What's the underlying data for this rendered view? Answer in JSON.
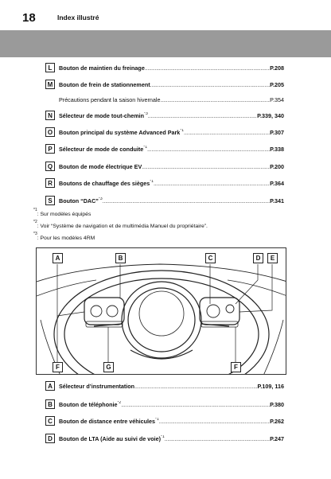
{
  "header": {
    "page_number": "18",
    "section_title": "Index illustré"
  },
  "list_top": [
    {
      "key": "L",
      "label": "Bouton de maintien du freinage",
      "sup": "",
      "ref": "P.208",
      "plain": false
    },
    {
      "key": "M",
      "label": "Bouton de frein de stationnement",
      "sup": "",
      "ref": "P.205",
      "plain": false
    },
    {
      "key": "",
      "label": "Précautions pendant la saison hivernale",
      "sup": "",
      "ref": "P.354",
      "plain": true
    },
    {
      "key": "N",
      "label": "Sélecteur de mode tout-chemin",
      "sup": "*3",
      "ref": "P.339, 340",
      "plain": false
    },
    {
      "key": "O",
      "label": "Bouton principal du système Advanced Park",
      "sup": "*1",
      "ref": "P.307",
      "plain": false
    },
    {
      "key": "P",
      "label": "Sélecteur de mode de conduite",
      "sup": "*1",
      "ref": "P.338",
      "plain": false
    },
    {
      "key": "Q",
      "label": "Bouton de mode électrique EV",
      "sup": "",
      "ref": "P.200",
      "plain": false
    },
    {
      "key": "R",
      "label": "Boutons de chauffage des sièges",
      "sup": "*1",
      "ref": "P.364",
      "plain": false
    },
    {
      "key": "S",
      "label": "Bouton “DAC”",
      "sup": "*3",
      "ref": "P.341",
      "plain": false
    }
  ],
  "footnotes": [
    {
      "mark": "*1",
      "text": ": Sur modèles équipés"
    },
    {
      "mark": "*2",
      "text": ": Voir “Système de navigation et de multimédia Manuel du propriétaire”."
    },
    {
      "mark": "*3",
      "text": ": Pour les modèles 4RM"
    }
  ],
  "figure": {
    "callouts": [
      "A",
      "B",
      "C",
      "D",
      "E",
      "F",
      "G",
      "F"
    ]
  },
  "list_bottom": [
    {
      "key": "A",
      "label": "Sélecteur d’instrumentation",
      "sup": "",
      "ref": "P.109, 116",
      "plain": false
    },
    {
      "key": "B",
      "label": "Bouton de téléphonie",
      "sup": "*2",
      "ref": "P.380",
      "plain": false
    },
    {
      "key": "C",
      "label": "Bouton de distance entre véhicules",
      "sup": "*1",
      "ref": "P.262",
      "plain": false
    },
    {
      "key": "D",
      "label": "Bouton de LTA (Aide au suivi de voie)",
      "sup": "*1",
      "ref": "P.247",
      "plain": false
    }
  ],
  "colors": {
    "band": "#9a9a9a",
    "ink": "#111111"
  }
}
